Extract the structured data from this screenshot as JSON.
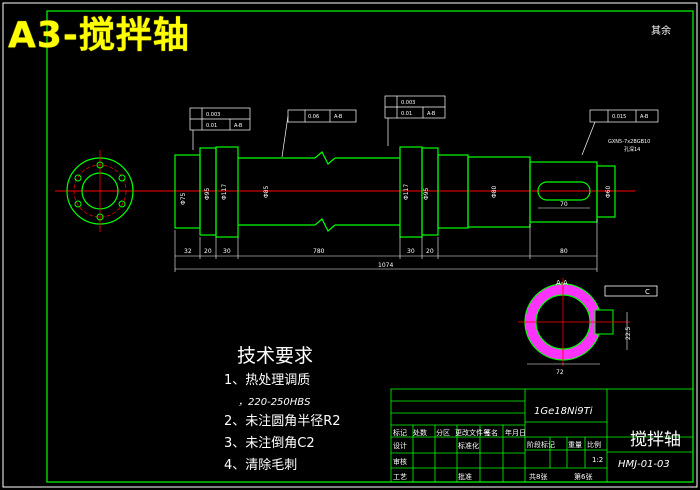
{
  "drawing_title": "A3-搅拌轴",
  "corner_note": "其余",
  "tech_requirements": {
    "heading": "技术要求",
    "item1": "1、热处理调质",
    "item1_detail": "，220-250HBS",
    "item2": "2、未注圆角半径R2",
    "item3": "3、未注倒角C2",
    "item4": "4、清除毛刺"
  },
  "dimensions": {
    "d1": "32",
    "d2": "20",
    "d3": "30",
    "d4": "780",
    "d5": "30",
    "d6": "20",
    "overall": "1074",
    "d7": "80",
    "d8": "70",
    "key_width": "72",
    "key_depth": "22.5"
  },
  "diameters": {
    "left_end": "Φ75",
    "left_bearing": "Φ95",
    "left_collar": "Φ117",
    "main_shaft": "Φ85",
    "right_collar": "Φ117",
    "right_bearing": "Φ95",
    "right_shaft": "Φ80",
    "right_end": "Φ60"
  },
  "tolerances": {
    "tol1_a": "0.003",
    "tol1_b": "0.01",
    "tol1_ref": "A-B",
    "tol2": "0.06",
    "tol2_ref": "A-B",
    "tol3_a": "0.003",
    "tol3_b": "0.01",
    "tol3_ref": "A-B",
    "tol4": "0.015",
    "tol4_ref": "A-B",
    "surface_note": "GXN5-7x2BGB10",
    "surface_note2": "孔深14"
  },
  "section": {
    "label": "A-A",
    "tol_ref": "C"
  },
  "title_block": {
    "material": "1Ge18Ni9Ti",
    "part_name": "搅拌轴",
    "drawing_no": "HMJ-01-03",
    "scale": "1:2",
    "sheet_total": "共8张",
    "sheet_no": "第6张",
    "row_labels": [
      "标记",
      "处数",
      "分区",
      "更改文件号",
      "签名",
      "年月日"
    ],
    "design": "设计",
    "process": "工艺",
    "approve": "批准",
    "standardize": "标准化",
    "check": "审核",
    "stage_mark": "阶段标记",
    "weight": "重量",
    "ratio": "比例"
  },
  "colors": {
    "outline": "#00ff00",
    "center": "#ff0000",
    "dim": "#ffffff",
    "annot": "#3399ff",
    "hatch": "#ff33ff",
    "title": "#ffff00"
  }
}
